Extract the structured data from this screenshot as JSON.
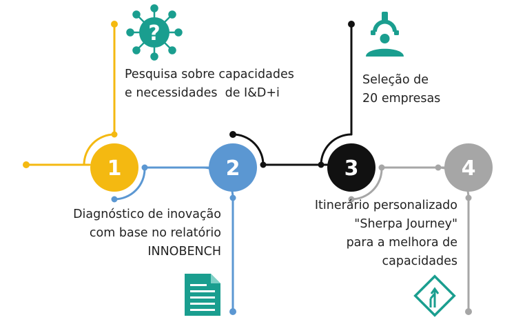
{
  "steps": [
    {
      "number": "1",
      "color": "#f4b911",
      "text": [
        "Pesquisa sobre capacidades",
        "e necessidades  de I&D+i"
      ]
    },
    {
      "number": "2",
      "color": "#5b97d2",
      "text": [
        "Diagnóstico de inovação",
        "com base no relatório",
        "INNOBENCH"
      ]
    },
    {
      "number": "3",
      "color": "#111111",
      "text": [
        "Seleção de",
        "20 empresas"
      ]
    },
    {
      "number": "4",
      "color": "#a6a6a6",
      "text": [
        "Itinerário personalizado",
        "\"Sherpa Journey\"",
        "para a melhora de",
        "capacidades"
      ]
    }
  ],
  "icons": {
    "question_network": "question-network-icon",
    "robot_arm": "robot-arm-icon",
    "document": "document-icon",
    "road_sign": "road-merge-sign-icon",
    "teal": "#1a9e8f"
  }
}
